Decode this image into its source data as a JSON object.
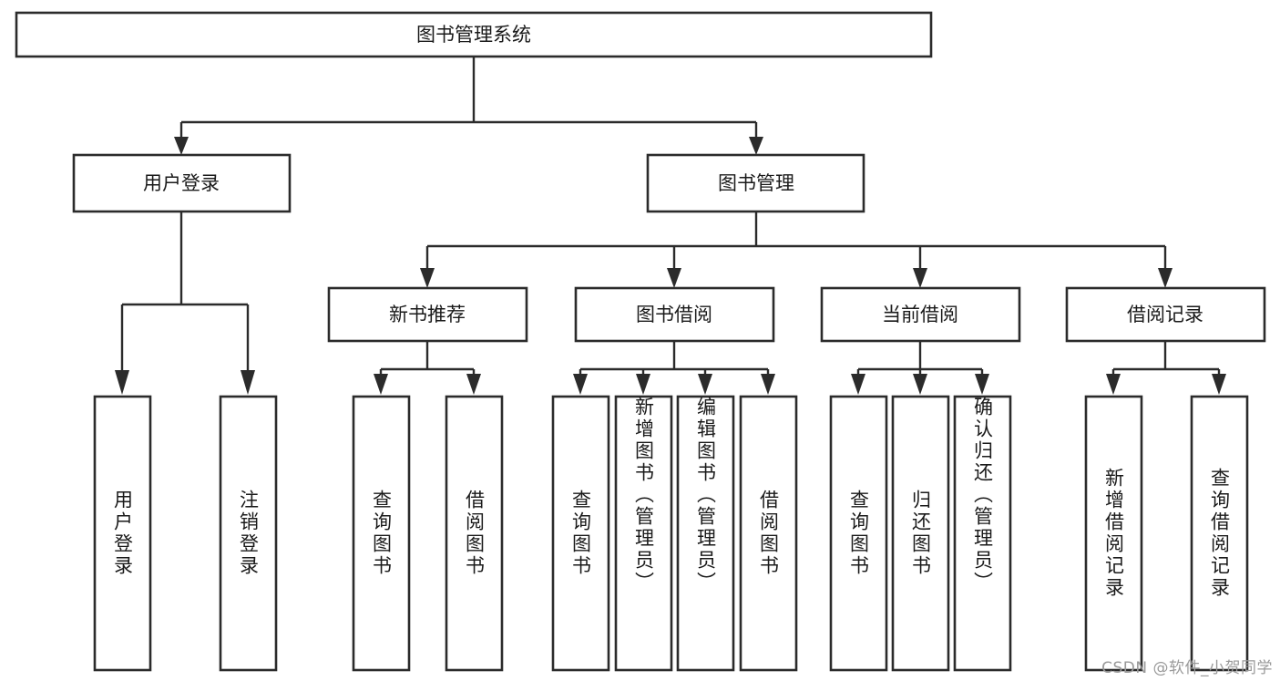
{
  "diagram": {
    "title": "图书管理系统",
    "type": "tree",
    "watermark": "CSDN @软件_小贺同学",
    "colors": {
      "background": "#ffffff",
      "box_stroke": "#2b2b2b",
      "box_fill": "#ffffff",
      "text": "#1a1a1a",
      "connector": "#2b2b2b",
      "watermark_text": "#9a9a9a"
    },
    "root": {
      "label": "图书管理系统"
    },
    "level2": [
      {
        "label": "用户登录"
      },
      {
        "label": "图书管理"
      }
    ],
    "level3": [
      {
        "label": "新书推荐"
      },
      {
        "label": "图书借阅"
      },
      {
        "label": "当前借阅"
      },
      {
        "label": "借阅记录"
      }
    ],
    "leaves": {
      "user_login": [
        {
          "label": "用户登录"
        },
        {
          "label": "注销登录"
        }
      ],
      "new_book_recommend": [
        {
          "label": "查询图书"
        },
        {
          "label": "借阅图书"
        }
      ],
      "book_borrow": [
        {
          "label": "查询图书"
        },
        {
          "label": "新增图书（管理员）"
        },
        {
          "label": "编辑图书（管理员）"
        },
        {
          "label": "借阅图书"
        }
      ],
      "current_borrow": [
        {
          "label": "查询图书"
        },
        {
          "label": "归还图书"
        },
        {
          "label": "确认归还（管理员）"
        }
      ],
      "borrow_record": [
        {
          "label": "新增借阅记录"
        },
        {
          "label": "查询借阅记录"
        }
      ]
    }
  }
}
